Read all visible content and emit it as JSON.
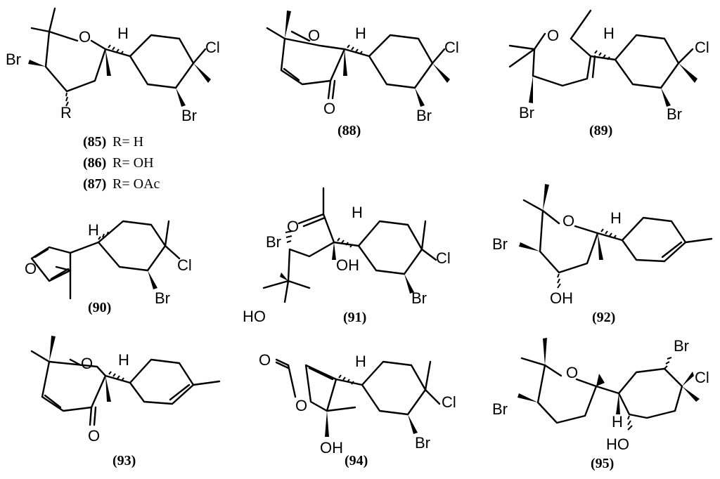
{
  "atoms": {
    "O": "O",
    "H": "H",
    "Br": "Br",
    "Cl": "Cl",
    "R": "R",
    "OH": "OH",
    "HO": "HO"
  },
  "compounds": {
    "c85": {
      "label": "(85)",
      "r": "R= H"
    },
    "c86": {
      "label": "(86)",
      "r": "R= OH"
    },
    "c87": {
      "label": "(87)",
      "r": "R= OAc"
    },
    "c88": {
      "label": "(88)"
    },
    "c89": {
      "label": "(89)"
    },
    "c90": {
      "label": "(90)"
    },
    "c91": {
      "label": "(91)"
    },
    "c92": {
      "label": "(92)"
    },
    "c93": {
      "label": "(93)"
    },
    "c94": {
      "label": "(94)"
    },
    "c95": {
      "label": "(95)"
    }
  }
}
